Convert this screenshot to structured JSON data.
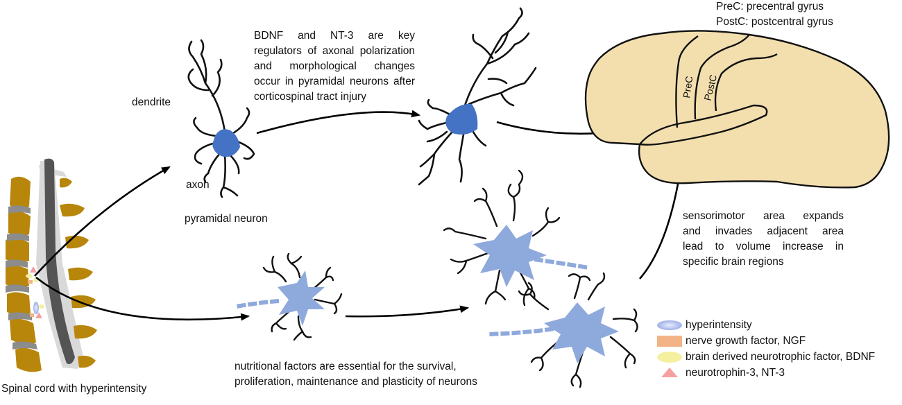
{
  "abbrev": {
    "line1": "PreC: precentral gyrus",
    "line2": "PostC: postcentral gyrus"
  },
  "brain": {
    "prec_label": "PreC",
    "postc_label": "PostC"
  },
  "neuron1": {
    "dendrite": "dendrite",
    "axon": "axon",
    "caption": "pyramidal neuron"
  },
  "bdnf_text": [
    "BDNF and NT-3 are key",
    "regulators of axonal polarization",
    "and morphological changes",
    "occur in pyramidal neurons after",
    "corticospinal tract injury"
  ],
  "sensorimotor_text": [
    "sensorimotor area expands",
    "and invades adjacent area",
    "lead to volume increase in",
    "specific brain regions"
  ],
  "nutrition_text": [
    "nutritional factors are essential for the survival,",
    "proliferation, maintenance and plasticity of neurons"
  ],
  "spine_caption": "Spinal cord with hyperintensity",
  "legend": [
    {
      "symbol": "ellipse-blue",
      "label": "hyperintensity"
    },
    {
      "symbol": "rect-orange",
      "label": "nerve growth factor, NGF"
    },
    {
      "symbol": "ellipse-yellow",
      "label": "brain derived neurotrophic factor, BDNF"
    },
    {
      "symbol": "triangle-pink",
      "label": "neurotrophin-3, NT-3"
    }
  ],
  "colors": {
    "brain_fill": "#f3dfae",
    "neuron_dark": "#4472c4",
    "neuron_light": "#8ea9db",
    "bone": "#b8860b",
    "cord": "#545454",
    "hyperintensity": "#a9b8ea",
    "ngf": "#f2b386",
    "bdnf": "#f5f0a0",
    "nt3": "#f4a0a0"
  }
}
